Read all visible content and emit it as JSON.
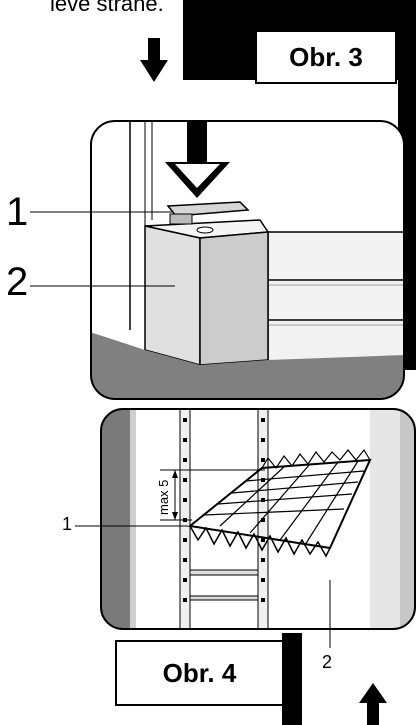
{
  "page": {
    "top_text": "levé straně.",
    "fig3": {
      "label": "Obr. 3",
      "callout_1": "1",
      "callout_2": "2"
    },
    "fig4": {
      "label": "Obr. 4",
      "callout_1": "1",
      "callout_2": "2",
      "max_label": "max 5"
    }
  },
  "icons": {
    "arrow_down": "arrow-down-icon",
    "arrow_up": "arrow-up-icon"
  },
  "colors": {
    "ink": "#000000",
    "floor": "#808080",
    "light_gray": "#e6e6e6",
    "mid_gray": "#c8c8c8"
  }
}
